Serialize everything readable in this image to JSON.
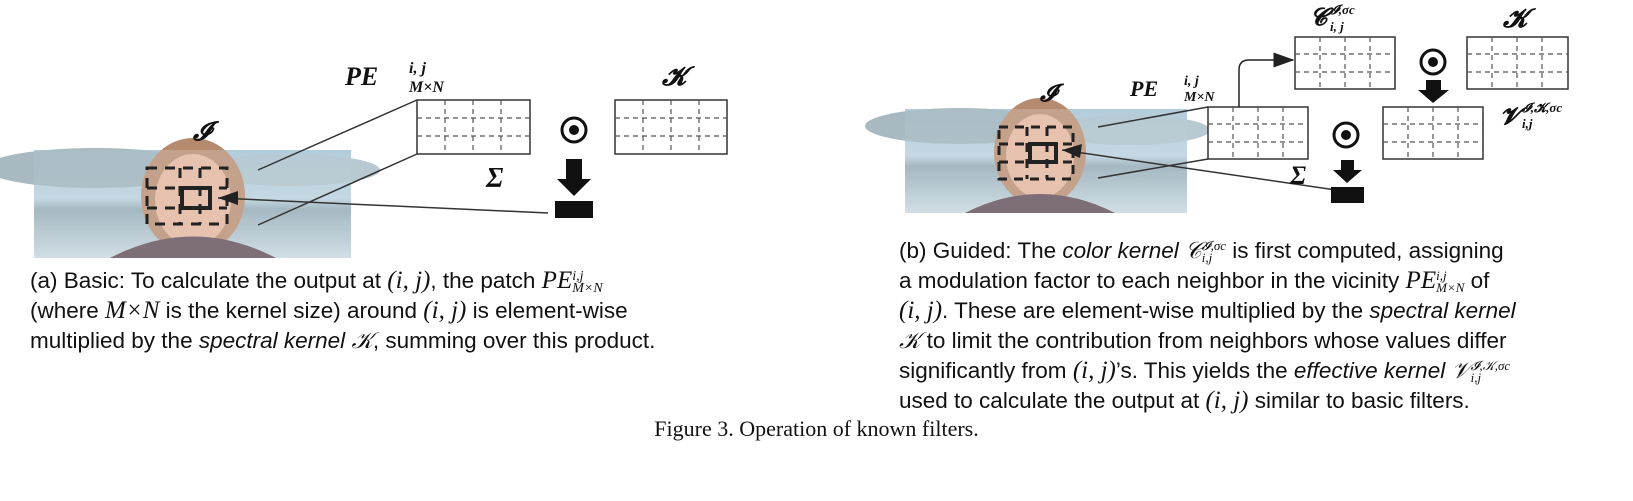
{
  "panel_a": {
    "label_image": "𝓘",
    "label_patch": "PE",
    "label_patch_sup": "i, j",
    "label_patch_sub": "M×N",
    "label_kernel": "𝓚",
    "label_sum": "Σ",
    "label_hadamard": "⊙",
    "caption": {
      "t1": "(a) Basic: To calculate the output at ",
      "m1": "(i,  j)",
      "t2": ", the patch ",
      "m2": "PE",
      "m2_sup": "i,j",
      "m2_sub": "M×N",
      "t3": "(where ",
      "m3": "M×N",
      "t4": " is the kernel size) around ",
      "m4": "(i,  j)",
      "t5": " is element-wise",
      "t6": "multiplied by the ",
      "em1": "spectral kernel",
      "m5": "𝒦",
      "t7": ", summing over this product."
    }
  },
  "panel_b": {
    "label_image": "𝓘",
    "label_patch": "PE",
    "label_patch_sup": "i, j",
    "label_patch_sub": "M×N",
    "label_color_kernel": "𝓒",
    "label_color_kernel_sup": "𝓘,σc",
    "label_color_kernel_sub": "i, j",
    "label_kernel": "𝓚",
    "label_effective": "𝓥",
    "label_effective_sup": "𝓘,𝓚,σc",
    "label_effective_sub": "i,j",
    "label_sum": "Σ",
    "label_hadamard": "⊙",
    "caption": {
      "t1": "(b) Guided: The ",
      "em1": "color kernel",
      "m1": "𝒞",
      "m1_sup": "𝓘,σc",
      "m1_sub": "i,j",
      "t2": " is first computed, assigning",
      "t3": "a modulation factor to each neighbor in the vicinity ",
      "m2": "PE",
      "m2_sup": "i,j",
      "m2_sub": "M×N",
      "t4": " of",
      "m3": "(i,  j)",
      "t5": ". These are element-wise multiplied by the ",
      "em2": "spectral kernel",
      "m4": "𝒦",
      "t6": " to limit the contribution from neighbors whose values differ",
      "t7": "significantly from ",
      "m5": "(i,  j)",
      "t8": "’s. This yields the ",
      "em3": "effective kernel",
      "m6": "𝒱",
      "m6_sup": "𝓘,𝒦,σc",
      "m6_sub": "i,j",
      "t9": "used to calculate the output at ",
      "m7": "(i,  j)",
      "t10": " similar to basic filters."
    }
  },
  "figure_caption": "Figure 3. Operation of known filters."
}
